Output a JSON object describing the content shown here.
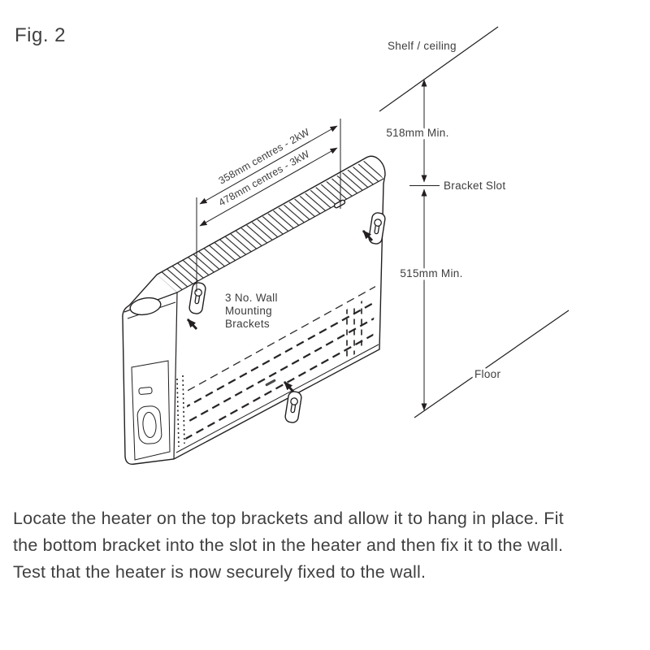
{
  "figure_label": "Fig. 2",
  "diagram": {
    "labels": {
      "shelf_ceiling": "Shelf / ceiling",
      "min_top": "518mm Min.",
      "bracket_slot": "Bracket Slot",
      "min_bottom": "515mm Min.",
      "floor": "Floor",
      "centres_2kw": "358mm centres - 2kW",
      "centres_3kw": "478mm centres - 3kW",
      "brackets_note_l1": "3 No. Wall",
      "brackets_note_l2": "Mounting",
      "brackets_note_l3": "Brackets"
    },
    "colors": {
      "line": "#231f20",
      "text": "#3d3d3d"
    }
  },
  "caption": {
    "lines": [
      "Locate the heater on the top brackets and allow it to hang in place. Fit",
      "the bottom bracket into the slot in the heater and then fix it to the wall.",
      "Test that the heater is now securely fixed to the wall."
    ]
  }
}
